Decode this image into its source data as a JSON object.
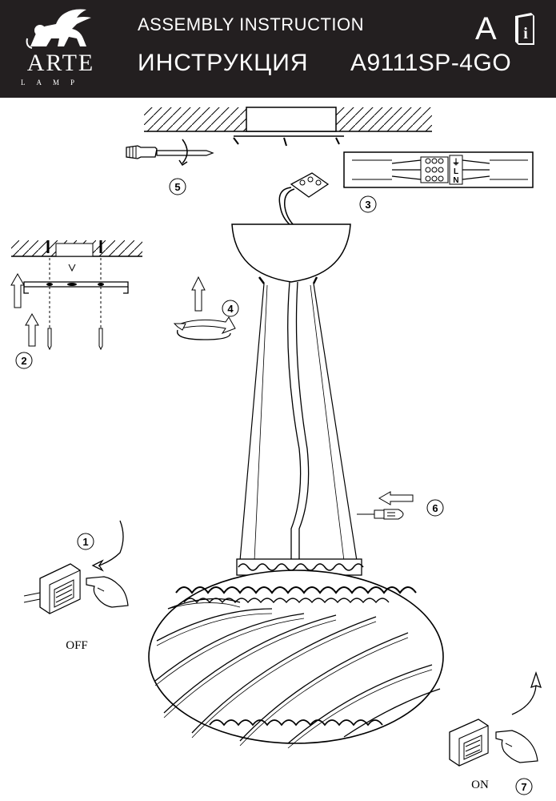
{
  "header": {
    "brand": "ARTE",
    "brand_sub": "LAMP",
    "title_en": "ASSEMBLY INSTRUCTION",
    "title_ru": "ИНСТРУКЦИЯ",
    "model": "A9111SP-4GO",
    "doc_letter": "A"
  },
  "steps": {
    "s1": "1",
    "s2": "2",
    "s3": "3",
    "s4": "4",
    "s5": "5",
    "s6": "6",
    "s7": "7"
  },
  "switch_labels": {
    "off": "OFF",
    "on": "ON"
  },
  "terminal_labels": {
    "n": "N",
    "l": "L",
    "earth": "⏚"
  },
  "icons": [
    "lion-logo-icon",
    "info-book-icon",
    "screwdriver-icon",
    "rotate-arrow-icon",
    "up-arrow-icon",
    "left-arrow-icon",
    "hand-icon",
    "wall-switch-icon",
    "bulb-icon",
    "screw-icon"
  ]
}
